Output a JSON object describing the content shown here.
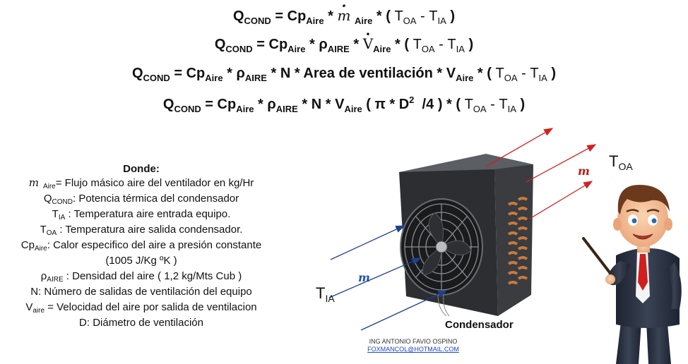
{
  "equations": {
    "q_cond": "Q",
    "cond_sub": "COND",
    "cp": "Cp",
    "aire_sub": "Aire",
    "rho": "ρ",
    "aire_upper_sub": "AIRE",
    "m_symbol": "m",
    "v_symbol": "V",
    "t": "T",
    "oa_sub": "OA",
    "ia_sub": "IA",
    "n": "N",
    "area_text": "Area de ventilación",
    "pi_text": "π * D",
    "squared": "2",
    "div4": "/4"
  },
  "legend": {
    "heading": "Donde:",
    "lines": [
      {
        "sym": "m",
        "sub": "Aire",
        "text": "= Flujo másico aire del ventilador en kg/Hr"
      },
      {
        "sym": "Q",
        "sub": "COND",
        "text": ": Potencia térmica del condensador"
      },
      {
        "sym": "T",
        "sub": "IA",
        "text": " : Temperatura aire entrada equipo."
      },
      {
        "sym": "T",
        "sub": "OA",
        "text": " : Temperatura aire salida condensador."
      },
      {
        "sym": "Cp",
        "sub": "Aire",
        "text": ": Calor especifico del aire a presión constante"
      },
      {
        "sym": "",
        "sub": "",
        "text": "(1005 J/Kg ºK )"
      },
      {
        "sym": "ρ",
        "sub": "AIRE",
        "text": " : Densidad del aire ( 1,2 kg/Mts Cub )"
      },
      {
        "sym": "N",
        "sub": "",
        "text": ": Número de salidas de ventilación del equipo"
      },
      {
        "sym": "V",
        "sub": "aire",
        "text": " = Velocidad del aire por salida de ventilacion"
      },
      {
        "sym": "D",
        "sub": "",
        "text": ": Diámetro de ventilación"
      }
    ]
  },
  "diagram": {
    "t_oa": "T",
    "t_oa_sub": "OA",
    "t_ia": "T",
    "t_ia_sub": "IA",
    "m_dot": "m",
    "condenser_label": "Condensador",
    "inlet_arrow_color": "#1f3f8f",
    "outlet_arrow_color": "#d42020",
    "m_dot_blue": "#1f52b8",
    "m_dot_red": "#c41a1a"
  },
  "author": {
    "name": "ING ANTONIO FAVIO OSPINO",
    "email": "FOXMANCOL@HOTMAIL.COM"
  }
}
